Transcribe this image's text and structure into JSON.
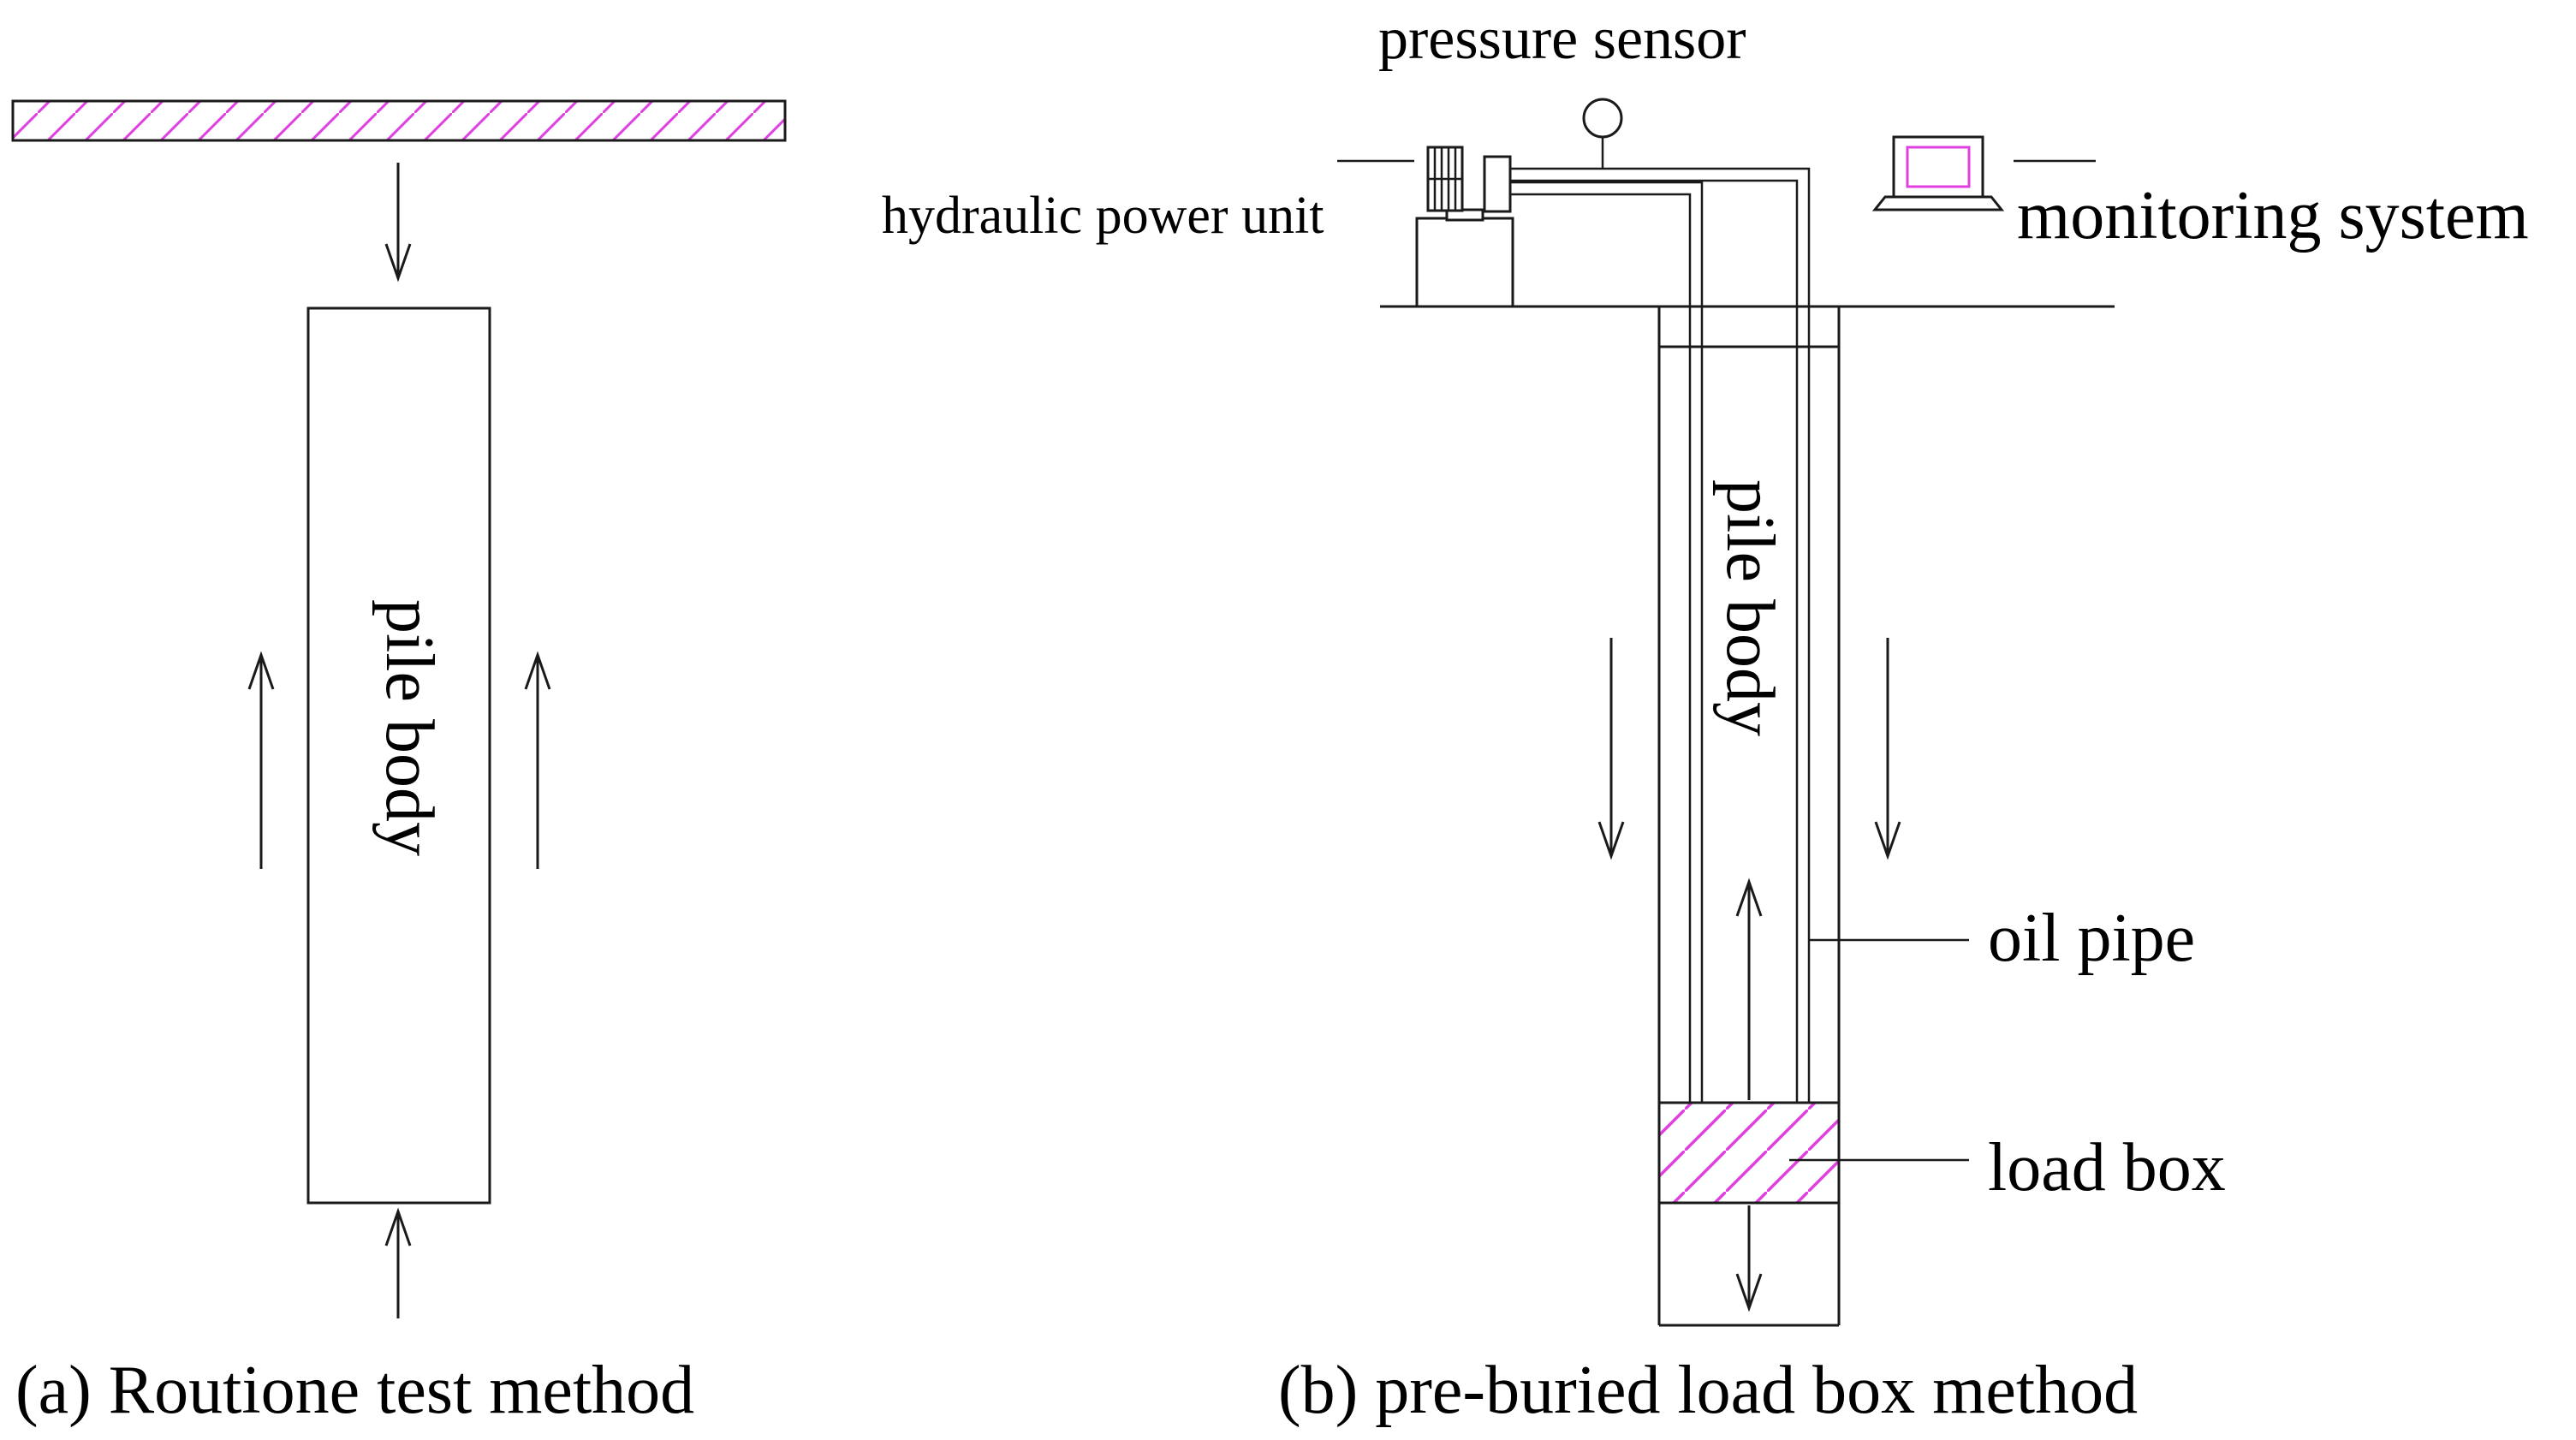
{
  "panel_a": {
    "pile_label": "pile body",
    "caption": "(a) Routione test method"
  },
  "panel_b": {
    "pile_label": "pile body",
    "pressure_sensor": "pressure sensor",
    "hydraulic_power_unit": "hydraulic power unit",
    "monitoring_system": "monitoring system",
    "oil_pipe": "oil pipe",
    "load_box": "load box",
    "caption": "(b) pre-buried load box method"
  },
  "colors": {
    "hatch": "#e040e0",
    "line": "#1a1a1a",
    "screen": "#e040e0"
  }
}
